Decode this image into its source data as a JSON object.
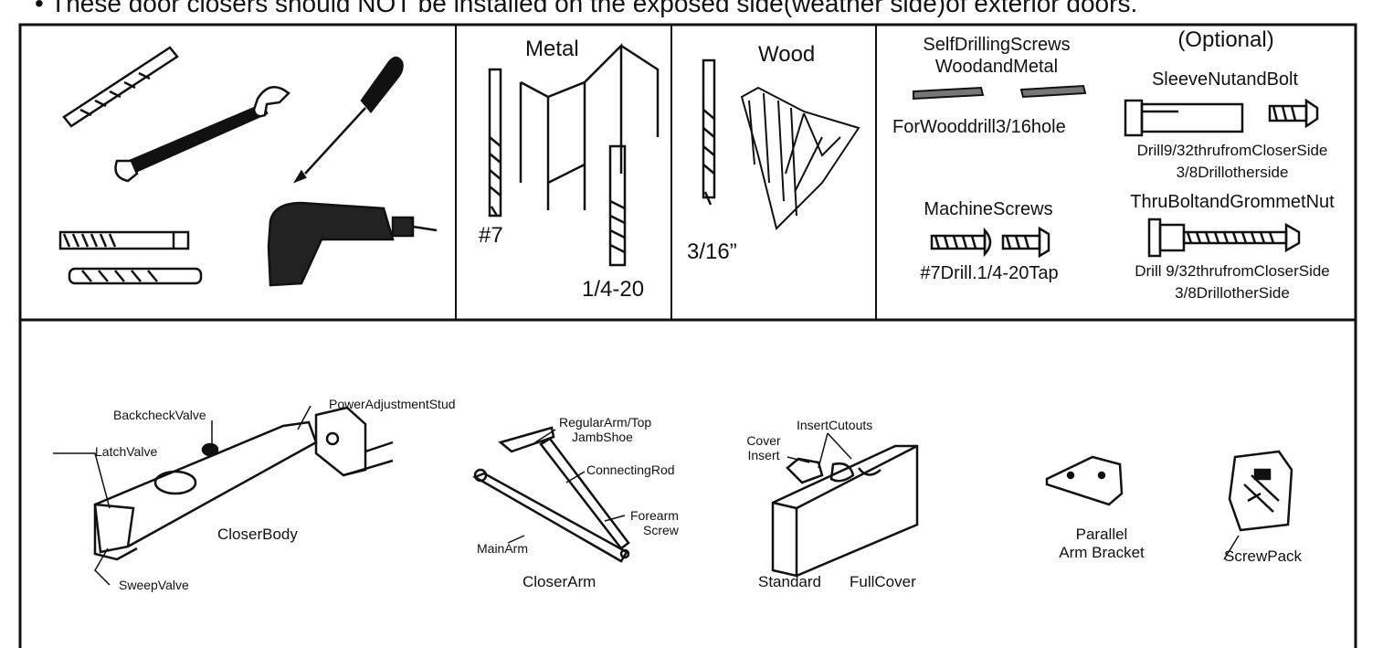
{
  "header": {
    "warning": "These door closers should NOT be installed on the exposed side(weather side)of exterior doors."
  },
  "tools": {
    "metal": {
      "title": "Metal",
      "drill": "#7",
      "tap": "1/4-20"
    },
    "wood": {
      "title": "Wood",
      "drill": "3/16”"
    },
    "self_drilling": {
      "title_line1": "SelfDrillingScrews",
      "title_line2": "WoodandMetal",
      "note": "ForWooddrill3/16hole"
    },
    "machine_screws": {
      "title": "MachineScrews",
      "note": "#7Drill.1/4-20Tap"
    },
    "optional": {
      "title": "(Optional)",
      "sleeve_title": "SleeveNutandBolt",
      "sleeve_note1": "Drill9/32thrufromCloserSide",
      "sleeve_note2": "3/8Drillotherside",
      "thru_title": "ThruBoltandGrommetNut",
      "thru_note1": "Drill 9/32thrufromCloserSide",
      "thru_note2": "3/8DrillotherSide"
    }
  },
  "parts": {
    "closer_body": {
      "backcheck": "BackcheckValve",
      "power_stud": "PowerAdjustmentStud",
      "latch": "LatchValve",
      "body": "CloserBody",
      "sweep": "SweepValve"
    },
    "closer_arm": {
      "shoe_line1": "RegularArm/Top",
      "shoe_line2": "JambShoe",
      "rod": "ConnectingRod",
      "forearm_line1": "Forearm",
      "forearm_line2": "Screw",
      "main_arm": "MainArm",
      "title": "CloserArm"
    },
    "cover": {
      "cutouts": "InsertCutouts",
      "cover_line1": "Cover",
      "cover_line2": "Insert",
      "standard": "Standard",
      "full": "FullCover"
    },
    "bracket": {
      "line1": "Parallel",
      "line2": "Arm Bracket"
    },
    "screw_pack": {
      "label": "ScrewPack"
    }
  }
}
